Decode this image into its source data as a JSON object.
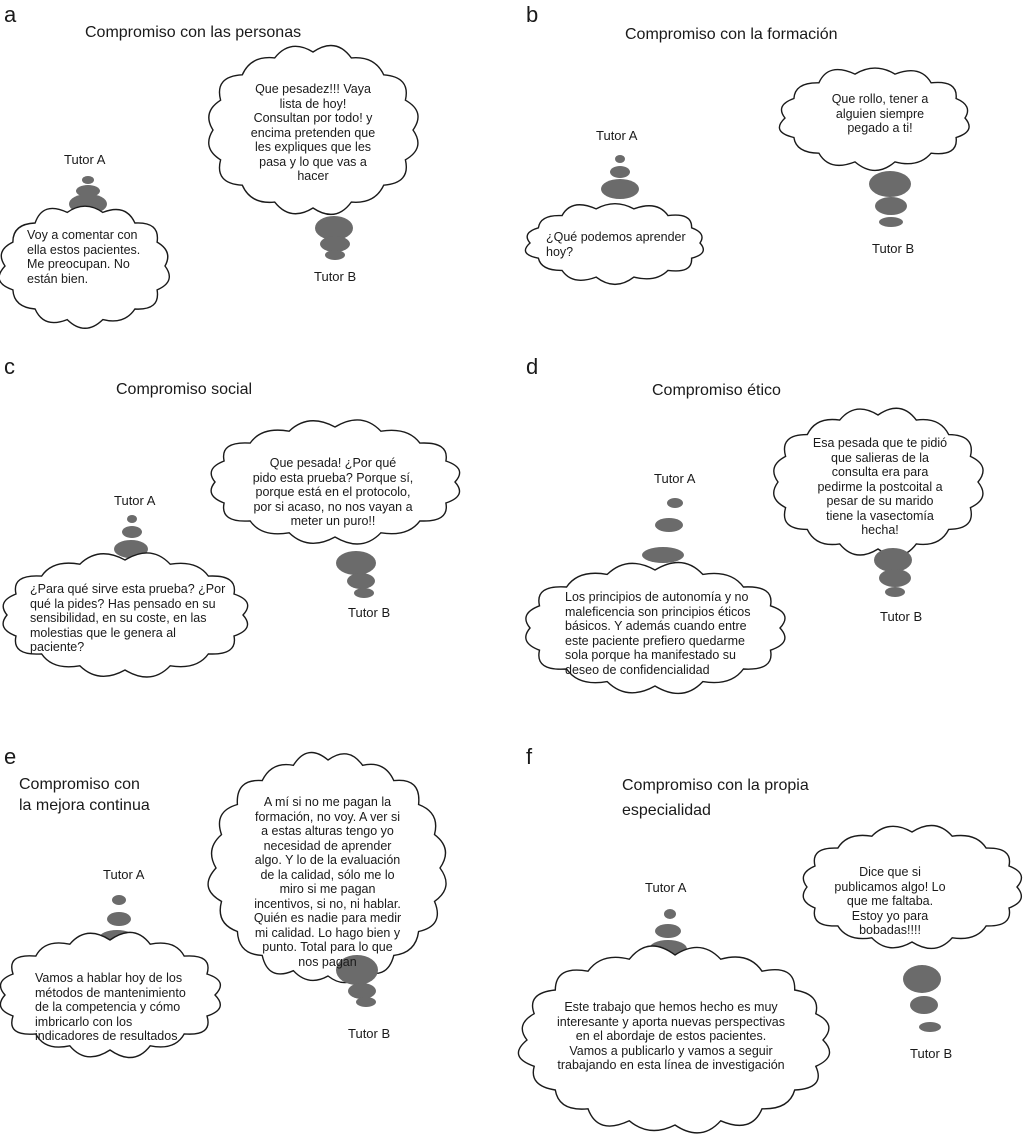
{
  "colors": {
    "stone": "#6b6b6b",
    "outline": "#1a1a1a",
    "background": "#ffffff"
  },
  "panels": {
    "a": {
      "letter": "a",
      "title": "Compromiso con las personas",
      "tutor_a_label": "Tutor A",
      "tutor_b_label": "Tutor B",
      "tutor_a_text": "Voy a comentar con\nella estos pacientes.\nMe preocupan. No\nestán bien.",
      "tutor_b_text": "Que pesadez!!! Vaya\nlista de hoy!\nConsultan por todo! y\nencima pretenden que\nles expliques que les\npasa y lo que vas a\nhacer"
    },
    "b": {
      "letter": "b",
      "title": "Compromiso con la formación",
      "tutor_a_label": "Tutor A",
      "tutor_b_label": "Tutor B",
      "tutor_a_text": "¿Qué podemos aprender\nhoy?",
      "tutor_b_text": "Que rollo, tener a\nalguien siempre\npegado a ti!"
    },
    "c": {
      "letter": "c",
      "title": "Compromiso social",
      "tutor_a_label": "Tutor A",
      "tutor_b_label": "Tutor B",
      "tutor_a_text": "¿Para qué sirve esta prueba? ¿Por\nqué la pides? Has pensado en su\nsensibilidad, en su coste, en las\nmolestias que le genera al\npaciente?",
      "tutor_b_text": "Que pesada! ¿Por qué\npido esta prueba? Porque sí,\nporque está en el protocolo,\npor si acaso, no nos vayan a\nmeter un puro!!"
    },
    "d": {
      "letter": "d",
      "title": "Compromiso ético",
      "tutor_a_label": "Tutor A",
      "tutor_b_label": "Tutor B",
      "tutor_a_text": "Los principios de autonomía y no\nmaleficencia son principios éticos\nbásicos. Y además cuando entre\neste paciente prefiero quedarme\nsola porque ha manifestado su\ndeseo de confidencialidad",
      "tutor_b_text": "Esa pesada que te pidió\nque salieras de la\nconsulta era para\npedirme la postcoital a\npesar de su marido\ntiene la vasectomía\nhecha!"
    },
    "e": {
      "letter": "e",
      "title_line1": "Compromiso con",
      "title_line2": "la mejora continua",
      "tutor_a_label": "Tutor A",
      "tutor_b_label": "Tutor B",
      "tutor_a_text": "Vamos a hablar hoy de los\nmétodos de mantenimiento\nde la competencia y cómo\nimbricarlo con los\nindicadores de resultados",
      "tutor_b_text": "A mí si no me pagan la\nformación, no voy. A ver si\na estas alturas tengo yo\nnecesidad de aprender\nalgo. Y lo de la evaluación\nde la calidad, sólo me lo\nmiro si me pagan\nincentivos, si no, ni hablar.\nQuién es nadie para medir\nmi calidad. Lo hago bien y\npunto. Total para lo que\nnos pagan"
    },
    "f": {
      "letter": "f",
      "title_line1": "Compromiso con la propia",
      "title_line2": "especialidad",
      "tutor_a_label": "Tutor A",
      "tutor_b_label": "Tutor B",
      "tutor_a_text": "Este trabajo que hemos hecho es muy\ninteresante y aporta nuevas perspectivas\nen el abordaje de estos pacientes.\nVamos a publicarlo y vamos a seguir\ntrabajando en esta línea de investigación",
      "tutor_b_text": "Dice que si\npublicamos algo! Lo\nque me faltaba.\nEstoy yo para\nbobadas!!!!"
    }
  }
}
